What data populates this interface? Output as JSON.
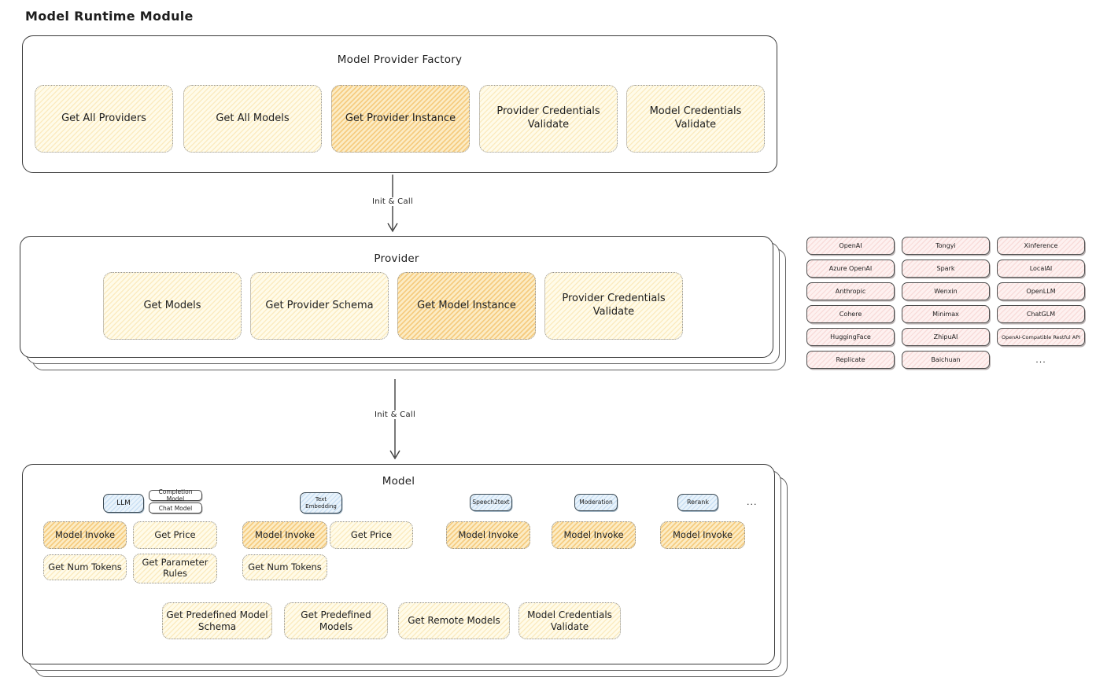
{
  "page": {
    "title": "Model Runtime Module"
  },
  "colors": {
    "card_fill_yellow": "#fffbe9",
    "card_fill_highlight": "#fcecc5",
    "provider_chip_fill": "#fdf1f0",
    "model_type_tag_fill": "#e9f3fb",
    "box_border": "#3a3a3a",
    "dotted_border": "#8e8e8e"
  },
  "arrows": {
    "first_label": "Init & Call",
    "second_label": "Init & Call"
  },
  "factory": {
    "title": "Model Provider Factory",
    "cards": [
      {
        "label": "Get All Providers",
        "highlighted": false
      },
      {
        "label": "Get All Models",
        "highlighted": false
      },
      {
        "label": "Get Provider Instance",
        "highlighted": true
      },
      {
        "label": "Provider Credentials Validate",
        "highlighted": false
      },
      {
        "label": "Model Credentials Validate",
        "highlighted": false
      }
    ]
  },
  "provider": {
    "title": "Provider",
    "cards": [
      {
        "label": "Get Models",
        "highlighted": false
      },
      {
        "label": "Get Provider Schema",
        "highlighted": false
      },
      {
        "label": "Get Model Instance",
        "highlighted": true
      },
      {
        "label": "Provider Credentials Validate",
        "highlighted": false
      }
    ]
  },
  "providers_grid": {
    "items": [
      "OpenAI",
      "Tongyi",
      "Xinference",
      "Azure OpenAI",
      "Spark",
      "LocalAI",
      "Anthropic",
      "Wenxin",
      "OpenLLM",
      "Cohere",
      "Minimax",
      "ChatGLM",
      "HuggingFace",
      "ZhipuAI",
      "OpenAI-Compatible Restful API",
      "Replicate",
      "Baichuan"
    ],
    "more": "..."
  },
  "model": {
    "title": "Model",
    "tags": {
      "llm": "LLM",
      "completion_model": "Completion Model",
      "chat_model": "Chat Model",
      "text_embedding": "Text Embedding",
      "speech2text": "Speech2text",
      "moderation": "Moderation",
      "rerank": "Rerank",
      "more": "..."
    },
    "cards": {
      "llm_model_invoke": "Model Invoke",
      "llm_get_price": "Get Price",
      "llm_get_num_tokens": "Get Num Tokens",
      "llm_get_parameter_rules": "Get Parameter Rules",
      "embedding_model_invoke": "Model Invoke",
      "embedding_get_price": "Get Price",
      "embedding_get_num_tokens": "Get Num Tokens",
      "speech2text_model_invoke": "Model Invoke",
      "moderation_model_invoke": "Model Invoke",
      "rerank_model_invoke": "Model Invoke"
    },
    "bottom_cards": [
      "Get Predefined Model Schema",
      "Get Predefined Models",
      "Get Remote Models",
      "Model Credentials Validate"
    ]
  }
}
